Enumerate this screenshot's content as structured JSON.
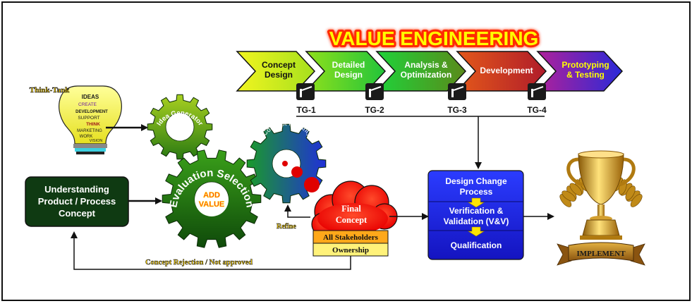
{
  "title": "VALUE ENGINEERING",
  "stages": [
    {
      "line1": "Concept",
      "line2": "Design"
    },
    {
      "line1": "Detailed",
      "line2": "Design"
    },
    {
      "line1": "Analysis &",
      "line2": "Optimization"
    },
    {
      "line1": "Development",
      "line2": ""
    },
    {
      "line1": "Prototyping",
      "line2": "& Testing"
    }
  ],
  "gates": [
    "TG-1",
    "TG-2",
    "TG-3",
    "TG-4"
  ],
  "think_tank": {
    "label": "Think-Tank",
    "words": [
      "IDEAS",
      "CREATE",
      "DEVELOPMENT",
      "SUPPORT",
      "THINK",
      "MARKETING",
      "WORK",
      "VISION"
    ]
  },
  "gears": {
    "idea_generator": "Idea Generator",
    "evaluation_selection": "Evaluation Selection",
    "add_value_line1": "ADD",
    "add_value_line2": "VALUE",
    "concept_maturity": "Concept Maturity"
  },
  "understanding_box": {
    "line1": "Understanding",
    "line2": "Product / Process",
    "line3": "Concept"
  },
  "final_concept": {
    "line1": "Final",
    "line2": "Concept",
    "stakeholders": "All Stakeholders",
    "ownership": "Ownership"
  },
  "refine_label": "Refine",
  "rejection_label": "Concept Rejection / Not approved",
  "process_box": {
    "step1_line1": "Design Change",
    "step1_line2": "Process",
    "step2_line1": "Verification &",
    "step2_line2": "Validation (V&V)",
    "step3": "Qualification"
  },
  "implement_label": "IMPLEMENT",
  "colors": {
    "title_fill": "#ffff00",
    "title_glow": "#ff2a00",
    "stage_colors": [
      "#d7ee22",
      "#3fd83a",
      "#1fae4c",
      "#d0431c",
      "#7a2aa8"
    ],
    "gear_green": "#2f8a1f",
    "cloud_red": "#ff1a0a",
    "process_blue": "#1f2cf0",
    "trophy_gold": "#d49a16"
  }
}
